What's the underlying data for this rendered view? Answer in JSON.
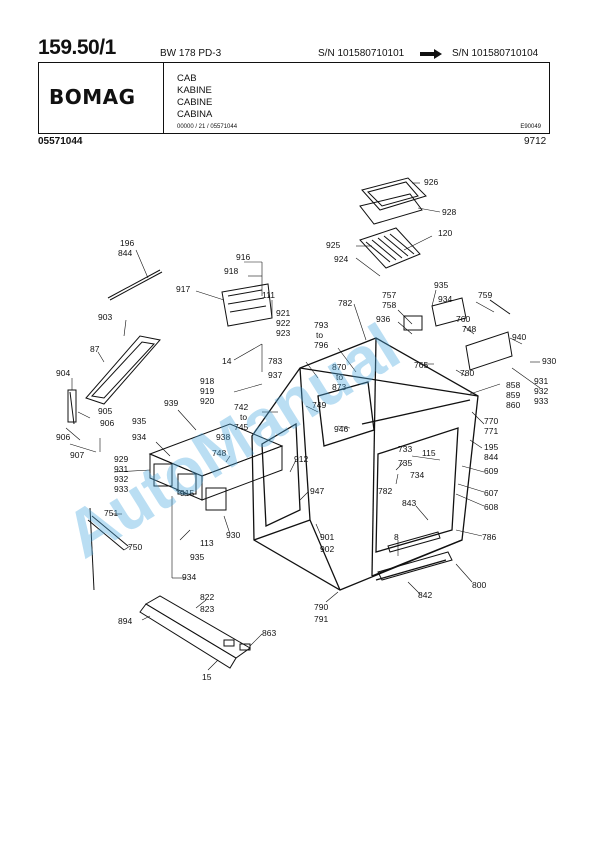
{
  "header": {
    "page_number": "159.50/1",
    "model": "BW 178 PD-3",
    "sn_from": "S/N 101580710101",
    "sn_to": "S/N 101580710104",
    "logo": "BOMAG",
    "titles": [
      "CAB",
      "KABINE",
      "CABINE",
      "CABINA"
    ],
    "code_line": "00000 / 21 / 05571044",
    "code_right": "E90049",
    "doc_number": "05571044",
    "date_code": "9712"
  },
  "watermark": "AutoManual",
  "callouts": [
    {
      "id": "c926",
      "text": "926"
    },
    {
      "id": "c928",
      "text": "928"
    },
    {
      "id": "c120",
      "text": "120"
    },
    {
      "id": "c925",
      "text": "925"
    },
    {
      "id": "c924",
      "text": "924"
    },
    {
      "id": "c196",
      "text": "196"
    },
    {
      "id": "c844a",
      "text": "844"
    },
    {
      "id": "c916",
      "text": "916"
    },
    {
      "id": "c918a",
      "text": "918"
    },
    {
      "id": "c917",
      "text": "917"
    },
    {
      "id": "c111",
      "text": "111"
    },
    {
      "id": "c921",
      "text": "921"
    },
    {
      "id": "c922",
      "text": "922"
    },
    {
      "id": "c923",
      "text": "923"
    },
    {
      "id": "c903",
      "text": "903"
    },
    {
      "id": "c87",
      "text": "87"
    },
    {
      "id": "c14",
      "text": "14"
    },
    {
      "id": "c782a",
      "text": "782"
    },
    {
      "id": "c757",
      "text": "757"
    },
    {
      "id": "c758",
      "text": "758"
    },
    {
      "id": "c935a",
      "text": "935"
    },
    {
      "id": "c934a",
      "text": "934"
    },
    {
      "id": "c759",
      "text": "759"
    },
    {
      "id": "c760",
      "text": "760"
    },
    {
      "id": "c936",
      "text": "936"
    },
    {
      "id": "c748a",
      "text": "748"
    },
    {
      "id": "c940",
      "text": "940"
    },
    {
      "id": "c793",
      "text": "793"
    },
    {
      "id": "c796",
      "text": "796"
    },
    {
      "id": "c930a",
      "text": "930"
    },
    {
      "id": "c904",
      "text": "904"
    },
    {
      "id": "c783",
      "text": "783"
    },
    {
      "id": "c937",
      "text": "937"
    },
    {
      "id": "c870",
      "text": "870"
    },
    {
      "id": "c873",
      "text": "873"
    },
    {
      "id": "c765",
      "text": "765"
    },
    {
      "id": "c780",
      "text": "780"
    },
    {
      "id": "c931a",
      "text": "931"
    },
    {
      "id": "c932a",
      "text": "932"
    },
    {
      "id": "c933a",
      "text": "933"
    },
    {
      "id": "c858",
      "text": "858"
    },
    {
      "id": "c859",
      "text": "859"
    },
    {
      "id": "c860",
      "text": "860"
    },
    {
      "id": "c905",
      "text": "905"
    },
    {
      "id": "c906a",
      "text": "906"
    },
    {
      "id": "c918b",
      "text": "918"
    },
    {
      "id": "c919",
      "text": "919"
    },
    {
      "id": "c920",
      "text": "920"
    },
    {
      "id": "c939",
      "text": "939"
    },
    {
      "id": "c742",
      "text": "742"
    },
    {
      "id": "c745",
      "text": "745"
    },
    {
      "id": "c749",
      "text": "749"
    },
    {
      "id": "c906b",
      "text": "906"
    },
    {
      "id": "c935b",
      "text": "935"
    },
    {
      "id": "c938",
      "text": "938"
    },
    {
      "id": "c946",
      "text": "946"
    },
    {
      "id": "c770",
      "text": "770"
    },
    {
      "id": "c771",
      "text": "771"
    },
    {
      "id": "c907",
      "text": "907"
    },
    {
      "id": "c934b",
      "text": "934"
    },
    {
      "id": "c748b",
      "text": "748"
    },
    {
      "id": "c195",
      "text": "195"
    },
    {
      "id": "c844b",
      "text": "844"
    },
    {
      "id": "c733",
      "text": "733"
    },
    {
      "id": "c735",
      "text": "735"
    },
    {
      "id": "c115",
      "text": "115"
    },
    {
      "id": "c929",
      "text": "929"
    },
    {
      "id": "c931b",
      "text": "931"
    },
    {
      "id": "c932b",
      "text": "932"
    },
    {
      "id": "c933b",
      "text": "933"
    },
    {
      "id": "c912",
      "text": "912"
    },
    {
      "id": "c609",
      "text": "609"
    },
    {
      "id": "c915",
      "text": "915"
    },
    {
      "id": "c734",
      "text": "734"
    },
    {
      "id": "c782b",
      "text": "782"
    },
    {
      "id": "c947",
      "text": "947"
    },
    {
      "id": "c607",
      "text": "607"
    },
    {
      "id": "c843",
      "text": "843"
    },
    {
      "id": "c608",
      "text": "608"
    },
    {
      "id": "c751",
      "text": "751"
    },
    {
      "id": "c113",
      "text": "113"
    },
    {
      "id": "c930b",
      "text": "930"
    },
    {
      "id": "c901",
      "text": "901"
    },
    {
      "id": "c902",
      "text": "902"
    },
    {
      "id": "c8",
      "text": "8"
    },
    {
      "id": "c786",
      "text": "786"
    },
    {
      "id": "c750",
      "text": "750"
    },
    {
      "id": "c935c",
      "text": "935"
    },
    {
      "id": "c934c",
      "text": "934"
    },
    {
      "id": "c800",
      "text": "800"
    },
    {
      "id": "c842",
      "text": "842"
    },
    {
      "id": "c822",
      "text": "822"
    },
    {
      "id": "c823",
      "text": "823"
    },
    {
      "id": "c790",
      "text": "790"
    },
    {
      "id": "c791",
      "text": "791"
    },
    {
      "id": "c894",
      "text": "894"
    },
    {
      "id": "c863",
      "text": "863"
    },
    {
      "id": "c15",
      "text": "15"
    },
    {
      "id": "cto1",
      "text": "to"
    },
    {
      "id": "cto2",
      "text": "to"
    },
    {
      "id": "cto3",
      "text": "to"
    }
  ]
}
